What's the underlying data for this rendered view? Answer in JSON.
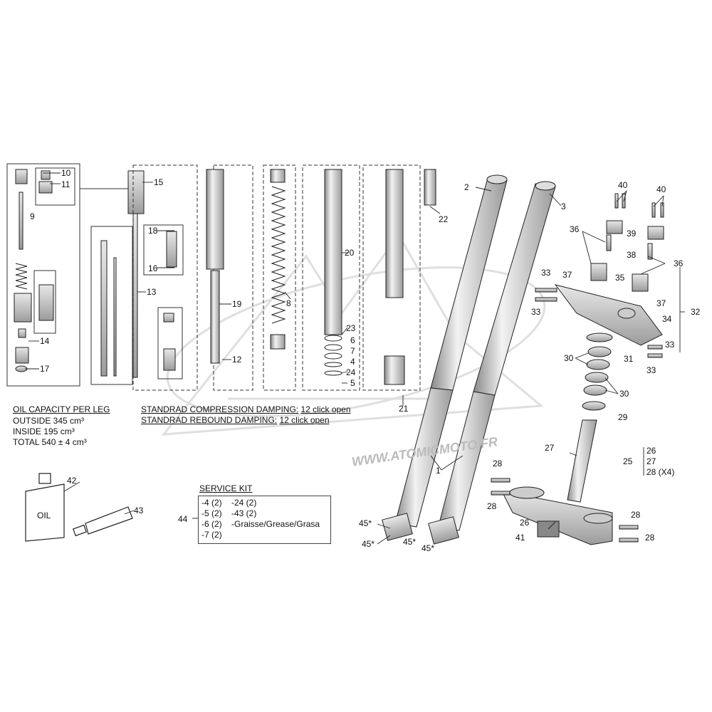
{
  "parts": {
    "p1": "1",
    "p2": "2",
    "p3": "3",
    "p4": "4",
    "p5": "5",
    "p6": "6",
    "p7": "7",
    "p8": "8",
    "p9": "9",
    "p10": "10",
    "p11": "11",
    "p12": "12",
    "p13": "13",
    "p14": "14",
    "p15": "15",
    "p16": "16",
    "p17": "17",
    "p18": "18",
    "p19": "19",
    "p20": "20",
    "p21": "21",
    "p22": "22",
    "p23": "23",
    "p24": "24",
    "p25": "25",
    "p26": "26",
    "p27": "27",
    "p28": "28",
    "p29": "29",
    "p30": "30",
    "p31": "31",
    "p32": "32",
    "p33": "33",
    "p34": "34",
    "p35": "35",
    "p36": "36",
    "p37": "37",
    "p38": "38",
    "p39": "39",
    "p40": "40",
    "p41": "41",
    "p42": "42",
    "p43": "43",
    "p44": "44",
    "p45": "45*"
  },
  "group25": {
    "a": "26",
    "b": "27",
    "c": "28 (X4)"
  },
  "oil": {
    "title": "OIL CAPACITY PER LEG",
    "outside": "OUTSIDE 345 cm³",
    "inside": "INSIDE 195 cm³",
    "total": "TOTAL 540 ± 4 cm³"
  },
  "damping": {
    "compression_label": "STANDRAD COMPRESSION DAMPING:",
    "compression_value": "12 click open",
    "rebound_label": "STANDRAD REBOUND DAMPING:",
    "rebound_value": "12 click open"
  },
  "service_kit": {
    "title": "SERVICE KIT",
    "col1": [
      "-4 (2)",
      "-5 (2)",
      "-6 (2)",
      "-7 (2)"
    ],
    "col2": [
      "-24 (2)",
      "-43 (2)",
      "-Graisse/Grease/Grasa"
    ]
  },
  "oil_bottle_label": "OIL",
  "watermark": "WWW.ATOMICMOTO.FR"
}
